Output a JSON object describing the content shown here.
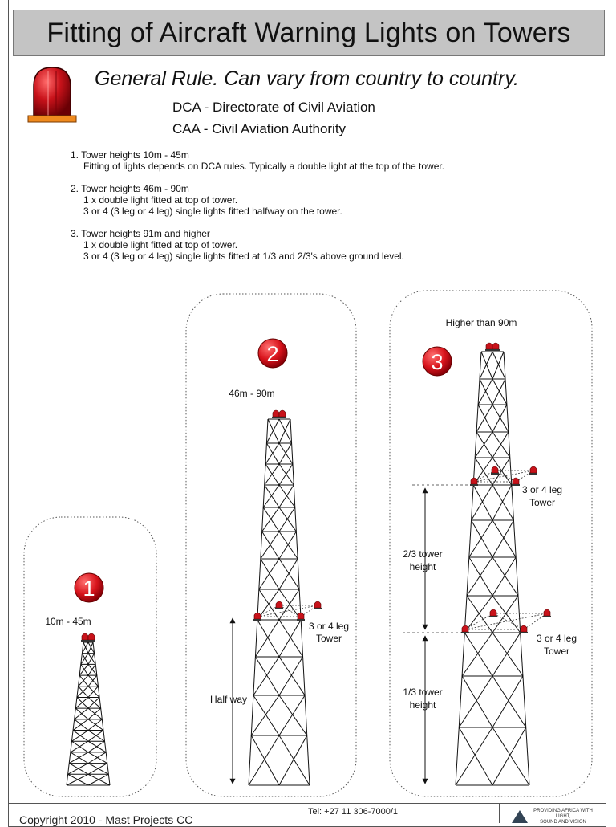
{
  "title": "Fitting of Aircraft Warning Lights on Towers",
  "subtitle": "General Rule. Can vary from country to country.",
  "abbreviations": [
    "DCA - Directorate of Civil Aviation",
    "CAA - Civil Aviation Authority"
  ],
  "rules": [
    {
      "heading": "1. Tower heights 10m - 45m",
      "lines": [
        "Fitting of lights depends on DCA rules. Typically a double light at the top of the tower."
      ]
    },
    {
      "heading": "2. Tower heights 46m - 90m",
      "lines": [
        "1 x double light fitted at top of tower.",
        "3 or 4 (3 leg or 4 leg) single lights fitted halfway on the tower."
      ]
    },
    {
      "heading": "3. Tower heights 91m and higher",
      "lines": [
        "1 x double light fitted at top of tower.",
        "3 or 4 (3 leg or 4 leg) single lights fitted at 1/3 and 2/3's above ground level."
      ]
    }
  ],
  "panels": [
    {
      "number": "1",
      "height_label": "10m - 45m"
    },
    {
      "number": "2",
      "height_label": "46m - 90m",
      "halfway_label": "Half way",
      "leg_label_1": "3 or 4 leg",
      "leg_label_2": "Tower"
    },
    {
      "number": "3",
      "height_label": "Higher than 90m",
      "upper_label_1": "2/3 tower",
      "upper_label_2": "height",
      "lower_label_1": "1/3 tower",
      "lower_label_2": "height",
      "leg_label_1": "3 or 4 leg",
      "leg_label_2": "Tower"
    }
  ],
  "footer": {
    "copyright": "Copyright 2010 - Mast Projects CC",
    "tel": "Tel:   +27 11 306-7000/1",
    "slogan_1": "PROVIDING AFRICA WITH LIGHT,",
    "slogan_2": "SOUND AND VISION"
  },
  "colors": {
    "light_red": "#c8121a",
    "badge_red": "#d8141c",
    "title_bg": "#c4c4c4"
  },
  "icons": [
    "beacon-light-icon",
    "logo-icon"
  ]
}
